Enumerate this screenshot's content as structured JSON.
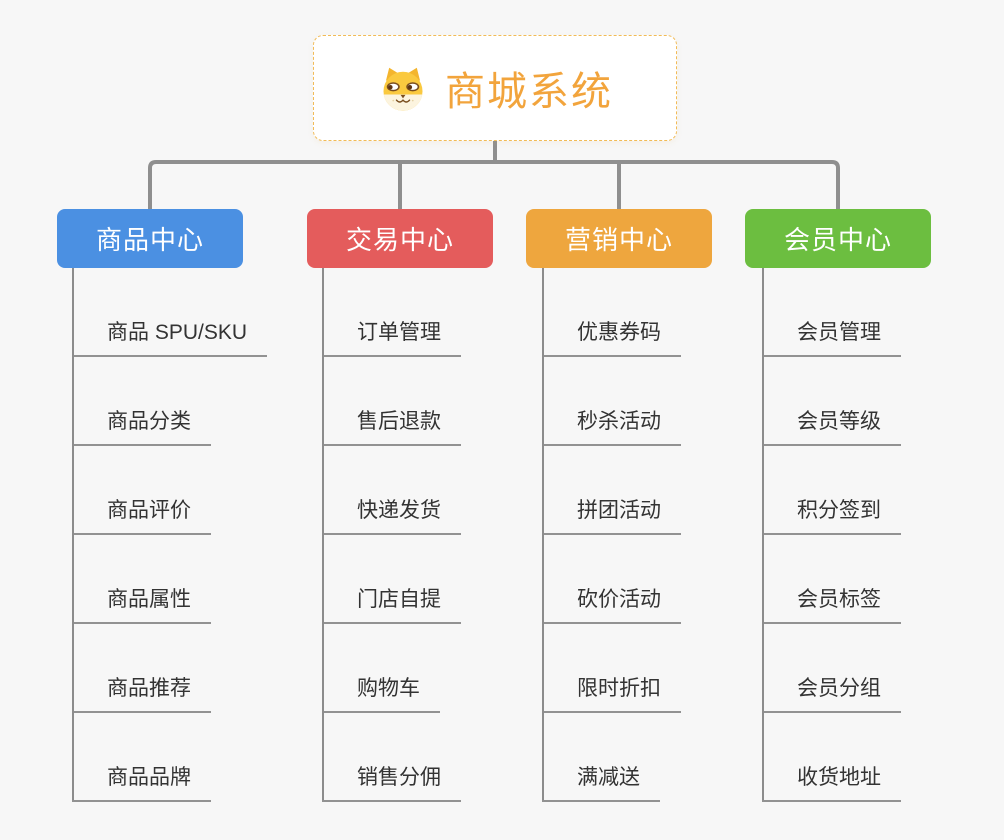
{
  "canvas": {
    "background_color": "#F7F7F7",
    "connector_color": "#8F8F8F"
  },
  "root": {
    "title": "商城系统",
    "icon": "shiba-dog-icon",
    "title_color": "#F2A43C",
    "border_color": "#F2BB56"
  },
  "branches": [
    {
      "label": "商品中心",
      "color": "#4B90E2",
      "items": [
        "商品 SPU/SKU",
        "商品分类",
        "商品评价",
        "商品属性",
        "商品推荐",
        "商品品牌"
      ]
    },
    {
      "label": "交易中心",
      "color": "#E45C5C",
      "items": [
        "订单管理",
        "售后退款",
        "快递发货",
        "门店自提",
        "购物车",
        "销售分佣"
      ]
    },
    {
      "label": "营销中心",
      "color": "#EEA63E",
      "items": [
        "优惠券码",
        "秒杀活动",
        "拼团活动",
        "砍价活动",
        "限时折扣",
        "满减送"
      ]
    },
    {
      "label": "会员中心",
      "color": "#6CBE40",
      "items": [
        "会员管理",
        "会员等级",
        "积分签到",
        "会员标签",
        "会员分组",
        "收货地址"
      ]
    }
  ]
}
